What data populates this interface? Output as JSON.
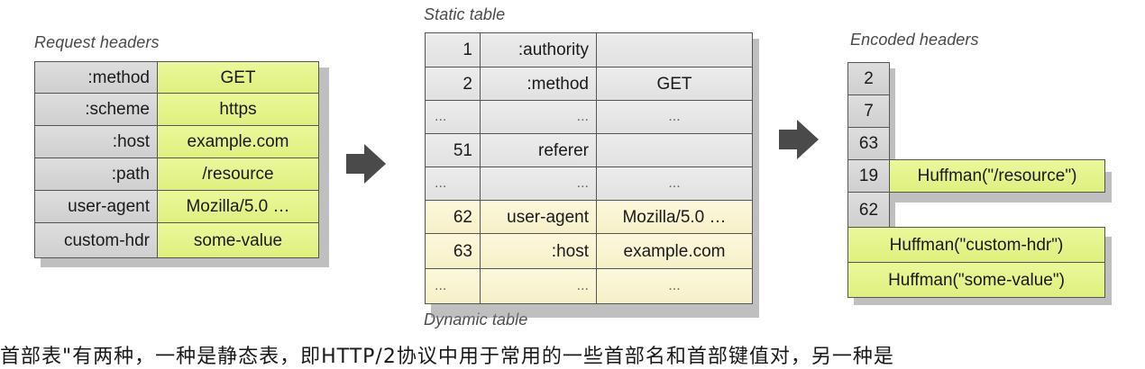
{
  "captions": {
    "request": "Request headers",
    "static": "Static table",
    "dynamic": "Dynamic table",
    "encoded": "Encoded headers"
  },
  "request_headers": [
    {
      "name": ":method",
      "value": "GET"
    },
    {
      "name": ":scheme",
      "value": "https"
    },
    {
      "name": ":host",
      "value": "example.com"
    },
    {
      "name": ":path",
      "value": "/resource"
    },
    {
      "name": "user-agent",
      "value": "Mozilla/5.0 …"
    },
    {
      "name": "custom-hdr",
      "value": "some-value"
    }
  ],
  "table_rows": [
    {
      "index": "1",
      "name": ":authority",
      "value": ""
    },
    {
      "index": "2",
      "name": ":method",
      "value": "GET"
    },
    {
      "index": "...",
      "name": "...",
      "value": "..."
    },
    {
      "index": "51",
      "name": "referer",
      "value": ""
    },
    {
      "index": "...",
      "name": "...",
      "value": "..."
    },
    {
      "index": "62",
      "name": "user-agent",
      "value": "Mozilla/5.0 …"
    },
    {
      "index": "63",
      "name": ":host",
      "value": "example.com"
    },
    {
      "index": "...",
      "name": "...",
      "value": "..."
    }
  ],
  "encoded": {
    "indices": [
      "2",
      "7",
      "63",
      "19",
      "62"
    ],
    "huffman_path": "Huffman(\"/resource\")",
    "huffman_custom_hdr": "Huffman(\"custom-hdr\")",
    "huffman_some_value": "Huffman(\"some-value\")"
  },
  "footer": "首部表\"有两种，一种是静态表，即HTTP/2协议中用于常用的一些首部名和首部键值对，另一种是"
}
